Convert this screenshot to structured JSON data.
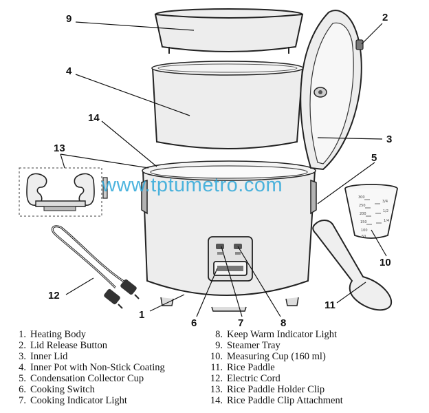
{
  "watermark": "www.tptumetro.com",
  "callouts": [
    {
      "num": "9",
      "part": "steamer-tray"
    },
    {
      "num": "2",
      "part": "lid-release-button"
    },
    {
      "num": "4",
      "part": "inner-pot"
    },
    {
      "num": "14",
      "part": "rice-paddle-clip-attachment"
    },
    {
      "num": "3",
      "part": "inner-lid"
    },
    {
      "num": "13",
      "part": "rice-paddle-holder-clip"
    },
    {
      "num": "5",
      "part": "condensation-collector-cup"
    },
    {
      "num": "10",
      "part": "measuring-cup"
    },
    {
      "num": "12",
      "part": "electric-cord"
    },
    {
      "num": "11",
      "part": "rice-paddle"
    },
    {
      "num": "1",
      "part": "heating-body"
    },
    {
      "num": "6",
      "part": "cooking-switch"
    },
    {
      "num": "7",
      "part": "cooking-indicator-light"
    },
    {
      "num": "8",
      "part": "keep-warm-indicator-light"
    }
  ],
  "cup_marks": [
    "300",
    "250",
    "200",
    "150",
    "100",
    "50",
    "3/4",
    "1/2",
    "1/4"
  ],
  "legend": {
    "left": [
      {
        "num": "1.",
        "label": "Heating Body"
      },
      {
        "num": "2.",
        "label": "Lid Release Button"
      },
      {
        "num": "3.",
        "label": "Inner Lid"
      },
      {
        "num": "4.",
        "label": "Inner Pot with Non-Stick Coating"
      },
      {
        "num": "5.",
        "label": "Condensation Collector Cup"
      },
      {
        "num": "6.",
        "label": "Cooking Switch"
      },
      {
        "num": "7.",
        "label": "Cooking Indicator Light"
      }
    ],
    "right": [
      {
        "num": "8.",
        "label": "Keep Warm Indicator Light"
      },
      {
        "num": "9.",
        "label": "Steamer Tray"
      },
      {
        "num": "10.",
        "label": "Measuring Cup (160 ml)"
      },
      {
        "num": "11.",
        "label": "Rice Paddle"
      },
      {
        "num": "12.",
        "label": "Electric Cord"
      },
      {
        "num": "13.",
        "label": "Rice Paddle Holder Clip"
      },
      {
        "num": "14.",
        "label": "Rice Paddle Clip Attachment"
      }
    ]
  }
}
